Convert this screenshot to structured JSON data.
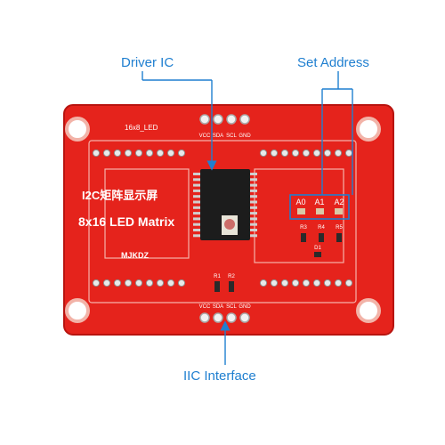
{
  "callouts": {
    "driver_ic": "Driver IC",
    "set_address": "Set Address",
    "iic_interface": "IIC Interface"
  },
  "board": {
    "top_label": "16x8_LED",
    "top_header_pins": [
      "VCC",
      "SDA",
      "SCL",
      "GND"
    ],
    "bottom_header_pins": [
      "VCC",
      "SDA",
      "SCL",
      "GND"
    ],
    "title_cn": "I2C矩阵显示屏",
    "title_en": "8x16 LED Matrix",
    "brand": "MJKDZ",
    "address_pads": [
      "A0",
      "A1",
      "A2"
    ],
    "resistor_labels": [
      "R3",
      "R4",
      "R5"
    ],
    "pullup_labels": [
      "R1",
      "R2"
    ],
    "led_label": "D1"
  },
  "colors": {
    "board": "#e5231c",
    "callout": "#1f7fd0",
    "silkscreen": "#ffffff",
    "chip": "#1c1c1c"
  }
}
